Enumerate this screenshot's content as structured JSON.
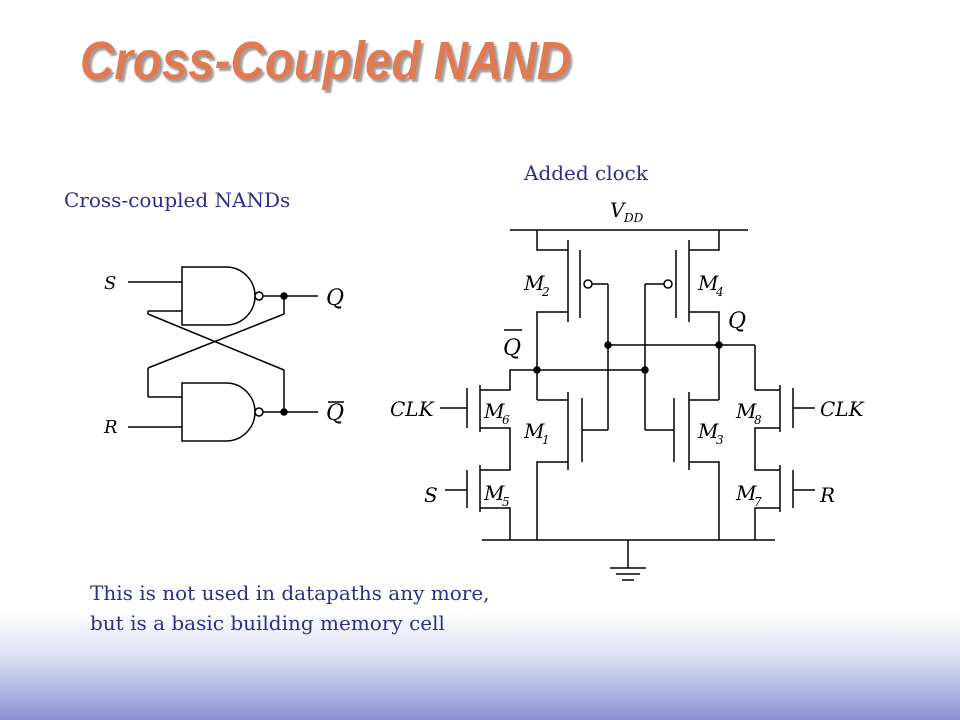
{
  "slide": {
    "title": "Cross-Coupled NAND",
    "left_caption": "Cross-coupled NANDs",
    "right_caption": "Added clock",
    "note_line1": "This is not used in datapaths any more,",
    "note_line2": "but is a basic building memory cell",
    "colors": {
      "title": "#e07a52",
      "text": "#2b2f8c"
    }
  },
  "gate_diagram": {
    "input_s": "S",
    "input_r": "R",
    "output_q": "Q",
    "output_qbar": "Q"
  },
  "transistor_diagram": {
    "supply": "V",
    "supply_sub": "DD",
    "clk_left": "CLK",
    "clk_right": "CLK",
    "input_s": "S",
    "input_r": "R",
    "node_q": "Q",
    "node_qbar": "Q",
    "transistors": [
      {
        "id": "m1",
        "base": "M",
        "sub": "1"
      },
      {
        "id": "m2",
        "base": "M",
        "sub": "2"
      },
      {
        "id": "m3",
        "base": "M",
        "sub": "3"
      },
      {
        "id": "m4",
        "base": "M",
        "sub": "4"
      },
      {
        "id": "m5",
        "base": "M",
        "sub": "5"
      },
      {
        "id": "m6",
        "base": "M",
        "sub": "6"
      },
      {
        "id": "m7",
        "base": "M",
        "sub": "7"
      },
      {
        "id": "m8",
        "base": "M",
        "sub": "8"
      }
    ]
  }
}
